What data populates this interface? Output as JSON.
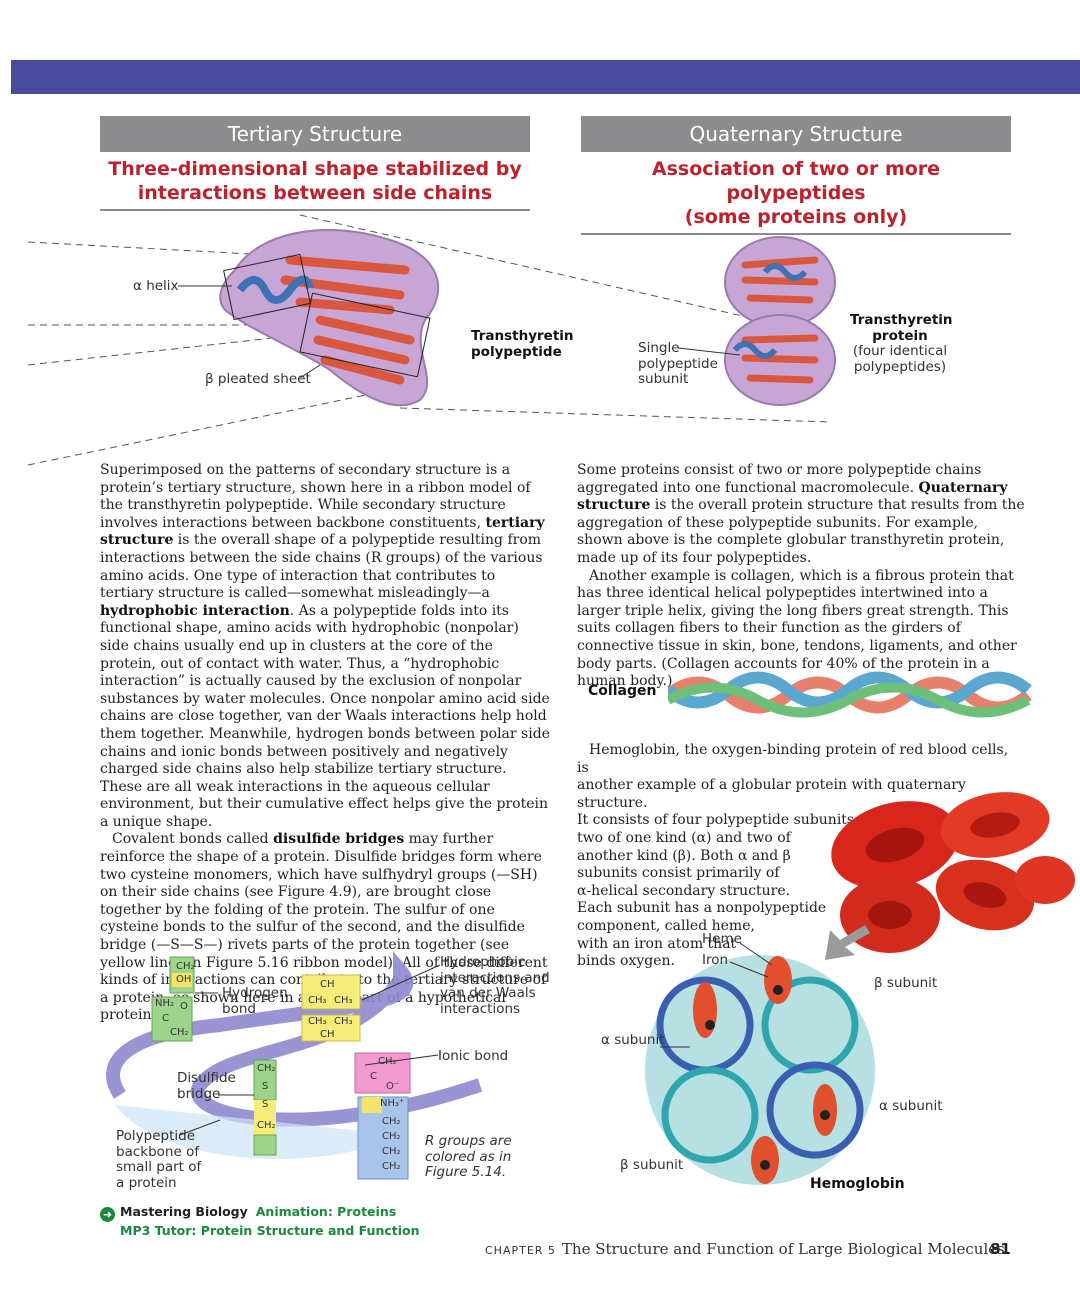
{
  "tertiary": {
    "title": "Tertiary Structure",
    "subtitle_line1": "Three-dimensional shape stabilized by",
    "subtitle_line2": "interactions between side chains",
    "label_alpha": "α helix",
    "label_beta": "β pleated sheet",
    "label_protein_1": "Transthyretin",
    "label_protein_2": "polypeptide"
  },
  "quaternary": {
    "title": "Quaternary Structure",
    "subtitle_line1": "Association of two or more polypeptides",
    "subtitle_line2": "(some proteins only)",
    "label_single_1": "Single",
    "label_single_2": "polypeptide",
    "label_single_3": "subunit",
    "label_protein_1": "Transthyretin",
    "label_protein_2": "protein",
    "label_protein_3": "(four identical",
    "label_protein_4": "polypeptides)"
  },
  "left_text": {
    "p1a": "Superimposed on the patterns of secondary structure is a protein’s tertiary structure, shown here in a ribbon model of the transthyretin polypeptide. While secondary structure involves interactions between backbone constituents, ",
    "p1b": "tertiary structure",
    "p1c": " is the overall shape of a polypeptide resulting from interactions between the side chains (R groups) of the various amino acids. One type of interaction that contributes to tertiary structure is called—somewhat misleadingly—a ",
    "p1d": "hydrophobic interaction",
    "p1e": ". As a polypeptide folds into its functional shape, amino acids with hydrophobic (nonpolar) side chains usually end up in clusters at the core of the protein, out of contact with water. Thus, a “hydrophobic interaction” is actually caused by the exclusion of nonpolar substances by water molecules. Once nonpolar amino acid side chains are close together, van der Waals interactions help hold them together. Meanwhile, hydrogen bonds between polar side chains and ionic bonds between positively and negatively charged side chains also help stabilize tertiary structure. These are all weak interactions in the aqueous cellular environment, but their cumulative effect helps give the protein a unique shape.",
    "p2a": "Covalent bonds called ",
    "p2b": "disulfide bridges",
    "p2c": " may further reinforce the shape of a protein. Disulfide bridges form where two cysteine monomers, which have sulfhydryl groups (—SH) on their side chains (see Figure 4.9), are brought close together by the folding of the protein. The sulfur of one cysteine bonds to the sulfur of the second, and the disulfide bridge (—S—S—) rivets parts of the protein together (see yellow lines in Figure 5.16 ribbon model). All of these different kinds of interactions can contribute to the tertiary structure of a protein, as shown here in a small part of a hypothetical protein:"
  },
  "right_text": {
    "p1a": "Some proteins consist of two or more polypeptide chains aggregated into one functional macromolecule. ",
    "p1b": "Quaternary structure",
    "p1c": " is the overall protein structure that results from the aggregation of these polypeptide subunits. For example, shown above is the complete globular transthyretin protein, made up of its four polypeptides.",
    "p2": "Another example is collagen, which is a fibrous protein that has three identical helical polypeptides intertwined into a larger triple helix, giving the long fibers great strength. This suits collagen fibers to their function as the girders of connective tissue in skin, bone, tendons, ligaments, and other body parts. (Collagen accounts for 40% of the protein in a human body.)",
    "collagen_label": "Collagen",
    "p3_line1": "Hemoglobin, the oxygen-binding protein of red blood cells, is",
    "p3_line2": "another example of a globular protein with quaternary structure.",
    "p3_line3": "It consists of four polypeptide subunits,",
    "p3_line4": "two of one kind (α) and two of",
    "p3_line5": "another kind (β). Both α and β",
    "p3_line6": "subunits consist primarily of",
    "p3_line7": "α-helical secondary structure.",
    "p3_line8": "Each subunit has a nonpolypeptide",
    "p3_line9": "component, called heme,",
    "p3_line10": "with an iron atom that",
    "p3_line11": "binds oxygen."
  },
  "hemoglobin": {
    "heme": "Heme",
    "iron": "Iron",
    "beta_top": "β subunit",
    "alpha_left": "α subunit",
    "alpha_right": "α subunit",
    "beta_bottom": "β subunit",
    "name": "Hemoglobin"
  },
  "interactions": {
    "hydrogen_1": "Hydrogen",
    "hydrogen_2": "bond",
    "hydrophobic_1": "Hydrophobic",
    "hydrophobic_2": "interactions and",
    "hydrophobic_3": "van der Waals",
    "hydrophobic_4": "interactions",
    "ionic": "Ionic bond",
    "disulfide_1": "Disulfide",
    "disulfide_2": "bridge",
    "backbone_1": "Polypeptide",
    "backbone_2": "backbone of",
    "backbone_3": "small part of",
    "backbone_4": "a protein",
    "rgroups_1": "R groups are",
    "rgroups_2": "colored as in",
    "rgroups_3": "Figure 5.14.",
    "ch2": "CH₂",
    "oh": "OH",
    "o": "O",
    "nh2": "NH₂",
    "c": "C",
    "ch": "CH",
    "ch3": "CH₃",
    "s": "S",
    "o_minus": "O⁻",
    "nh3": "NH₃⁺"
  },
  "mastering": {
    "brand": "Mastering Biology",
    "link1": "Animation: Proteins",
    "link2": "MP3 Tutor: Protein Structure and Function"
  },
  "footer": {
    "chapter": "CHAPTER 5",
    "title": "The Structure and Function of Large Biological Molecules",
    "page": "81"
  },
  "colors": {
    "banner": "#4a4b9c",
    "header_gray": "#8c8c8e",
    "subtitle_red": "#c0202a",
    "link_green": "#1a8a3a"
  }
}
